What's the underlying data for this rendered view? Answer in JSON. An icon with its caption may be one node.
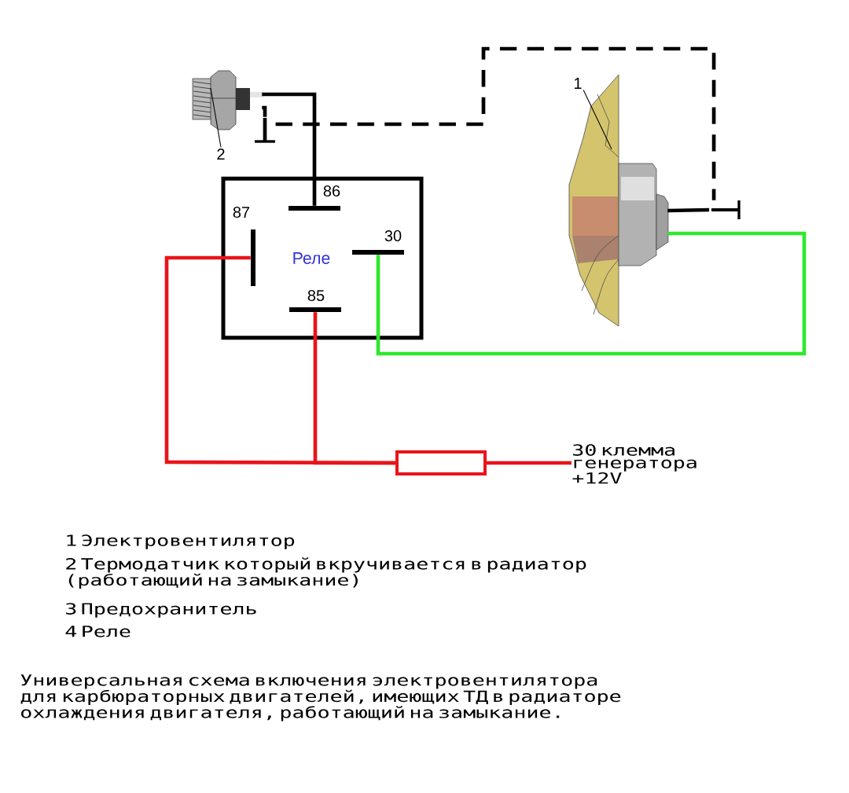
{
  "diagram": {
    "caption": "Универсальная схема включения электровентилятора для карбюраторных двигателей, имеющих ТД в радиаторе охлаждения двигателя, работающий на замыкание.",
    "nodes": [
      {
        "text": [
          "Реле"
        ]
      },
      {
        "text": [
          "86"
        ],
        "in": 0
      },
      {
        "text": [
          "87"
        ],
        "in": 0
      },
      {
        "text": [
          "30"
        ],
        "in": 0
      },
      {
        "text": [
          "85"
        ],
        "in": 0
      },
      {
        "text": [],
        "shape": "picture"
      },
      {
        "text": [
          "2"
        ]
      },
      {
        "text": [],
        "shape": "picture"
      },
      {
        "text": [
          "1"
        ]
      },
      {
        "text": [],
        "shape": "box"
      },
      {
        "text": [
          "30 клемма генератора +12V"
        ]
      },
      {
        "text": [],
        "shape": "bar"
      },
      {
        "text": [],
        "shape": "bar"
      }
    ],
    "edges": [
      {
        "from": 5,
        "to": 1,
        "arrow": "none"
      },
      {
        "from": 5,
        "to": 11,
        "arrow": "none"
      },
      {
        "from": 11,
        "to": 12,
        "arrow": "none",
        "style": "dashed"
      },
      {
        "from": 7,
        "to": 12,
        "arrow": "none"
      },
      {
        "from": 3,
        "to": 7,
        "arrow": "none",
        "color": "#2ee82e"
      },
      {
        "from": 2,
        "to": 9,
        "arrow": "none",
        "color": "#e8141b"
      },
      {
        "from": 4,
        "to": 9,
        "arrow": "none",
        "color": "#e8141b"
      },
      {
        "from": 9,
        "to": 10,
        "arrow": "none",
        "color": "#e8141b"
      },
      {
        "from": 6,
        "to": 5,
        "arrow": "none"
      },
      {
        "from": 8,
        "to": 7,
        "arrow": "none"
      }
    ],
    "labels": [
      "1 Электровентилятор",
      "2 Термодатчик который вкручивается в радиатор (работающий на замыкание)",
      "3 Предохранитель",
      "4 Реле"
    ]
  }
}
